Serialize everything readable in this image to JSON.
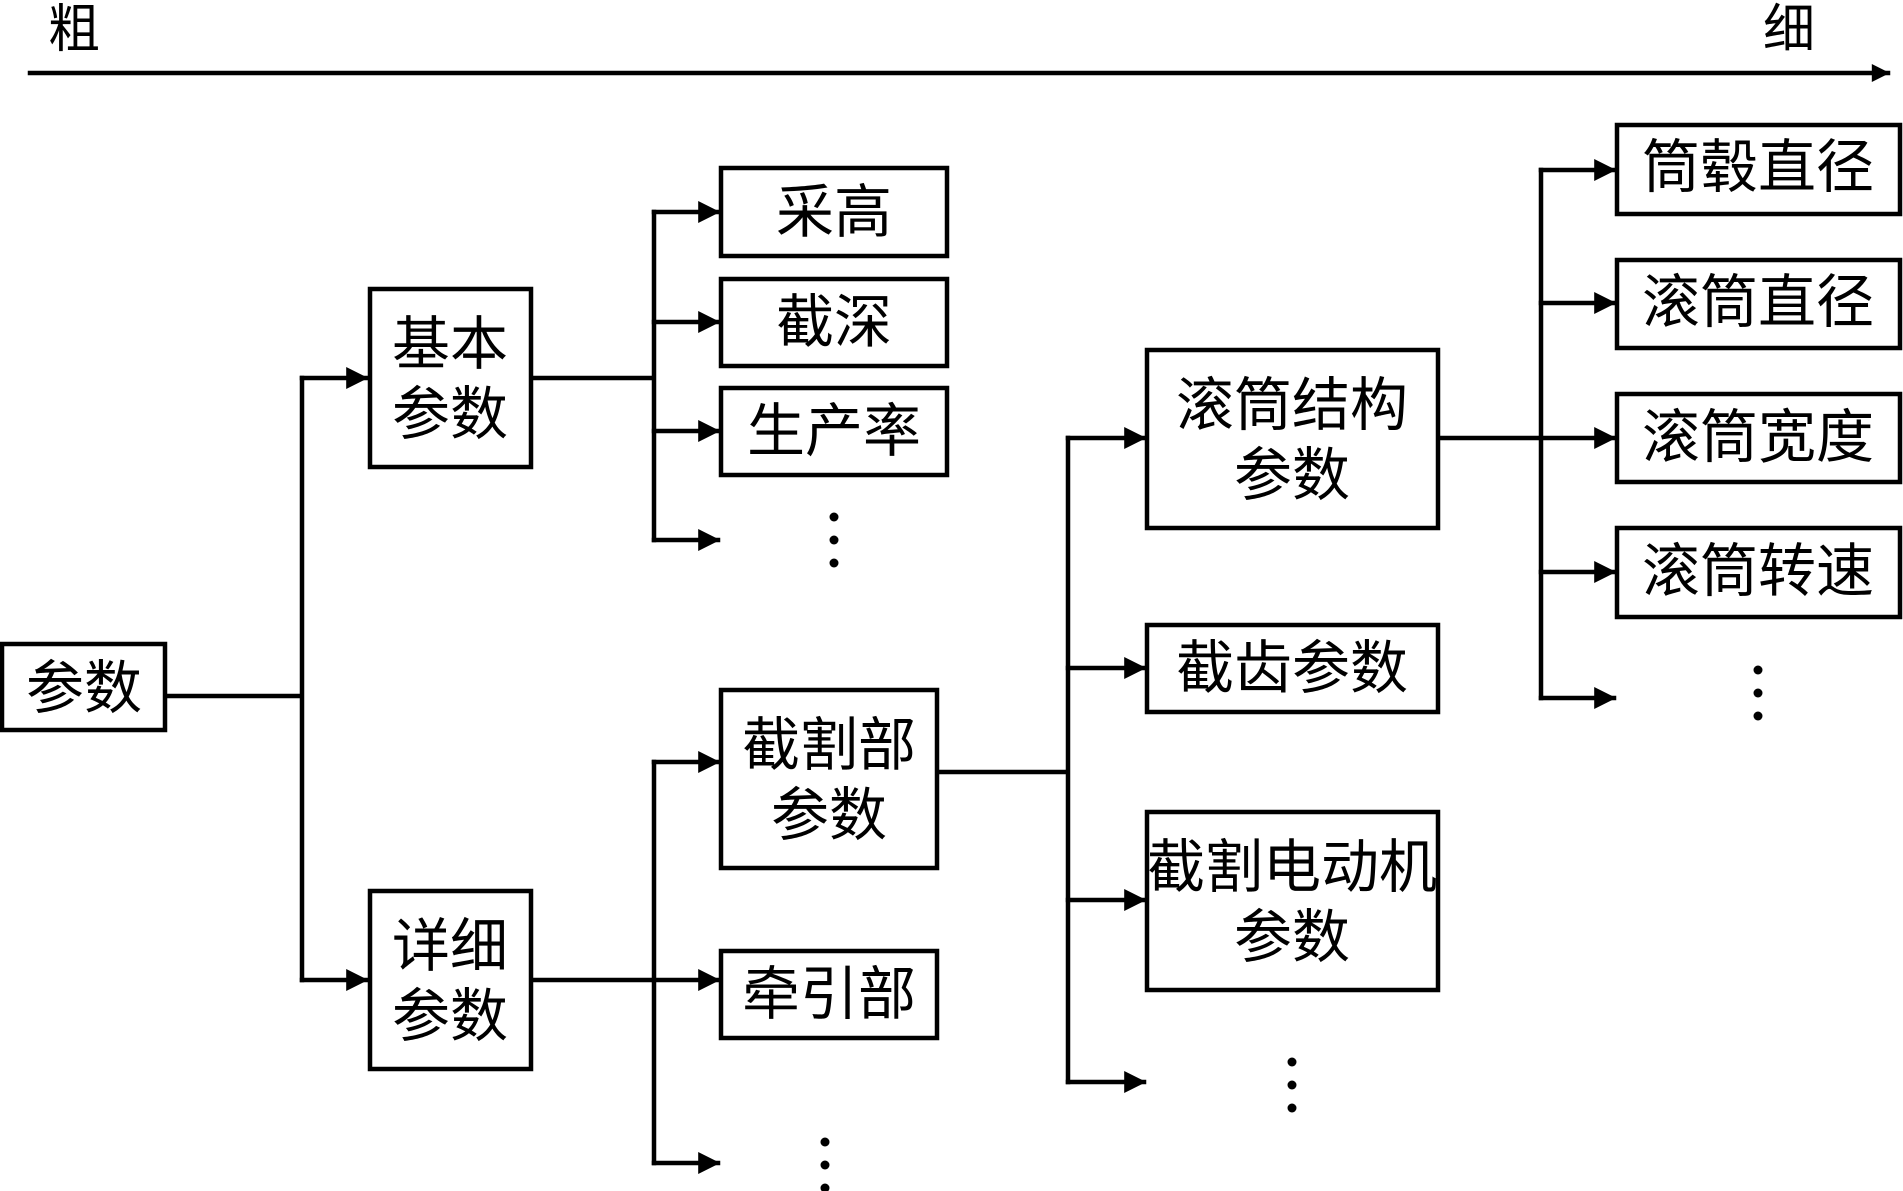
{
  "scale": {
    "coarse_label": "粗",
    "fine_label": "细"
  },
  "nodes": {
    "root": [
      "参数"
    ],
    "basic": [
      "基本",
      "参数"
    ],
    "detailed": [
      "详细",
      "参数"
    ],
    "mining_height": [
      "采高"
    ],
    "cut_depth": [
      "截深"
    ],
    "productivity": [
      "生产率"
    ],
    "cutting_unit": [
      "截割部",
      "参数"
    ],
    "haulage_unit": [
      "牵引部"
    ],
    "drum_structure": [
      "滚筒结构",
      "参数"
    ],
    "pick": [
      "截齿参数"
    ],
    "cutting_motor": [
      "截割电动机",
      "参数"
    ],
    "hub_diameter": [
      "筒毂直径"
    ],
    "drum_diameter": [
      "滚筒直径"
    ],
    "drum_width": [
      "滚筒宽度"
    ],
    "drum_speed": [
      "滚筒转速"
    ]
  }
}
